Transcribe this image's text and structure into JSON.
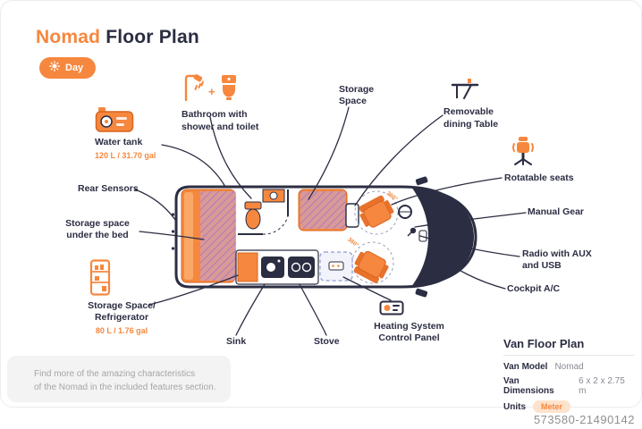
{
  "header": {
    "title_accent": "Nomad",
    "title_rest": "Floor Plan",
    "day_toggle": "Day"
  },
  "van": {
    "rotation_badge": "360°",
    "bathroom_plus": "+"
  },
  "callouts": {
    "water_tank": {
      "label": "Water tank",
      "value": "120 L / 31.70 gal"
    },
    "bathroom": {
      "label": "Bathroom with shower and toilet"
    },
    "storage_space": {
      "label": "Storage Space"
    },
    "dining_table": {
      "label": "Removable dining Table"
    },
    "rotatable_seats": {
      "label": "Rotatable seats"
    },
    "rear_sensors": {
      "label": "Rear Sensors"
    },
    "manual_gear": {
      "label": "Manual Gear"
    },
    "storage_under_bed": {
      "label": "Storage space under the bed"
    },
    "radio": {
      "label": "Radio with AUX and USB"
    },
    "fridge": {
      "label": "Storage Space/ Refrigerator",
      "value": "80 L / 1.76 gal"
    },
    "cockpit_ac": {
      "label": "Cockpit A/C"
    },
    "sink": {
      "label": "Sink"
    },
    "stove": {
      "label": "Stove"
    },
    "heating": {
      "label": "Heating System Control Panel"
    }
  },
  "info_panel": {
    "title": "Van Floor Plan",
    "rows": [
      {
        "label": "Van Model",
        "value": "Nomad"
      },
      {
        "label": "Van Dimensions",
        "value": "6 x 2 x 2.75 m"
      },
      {
        "label": "Units",
        "value": "Meter"
      }
    ]
  },
  "footnote": {
    "line1": "Find more of the amazing characteristics",
    "line2": "of the Nomad in the included features section."
  },
  "watermark": "573580-21490142",
  "colors": {
    "accent_orange": "#F6873E",
    "navy": "#2B2D42",
    "hatch_purple": "#B79BDC",
    "badge_bg": "#FDE3CC"
  }
}
